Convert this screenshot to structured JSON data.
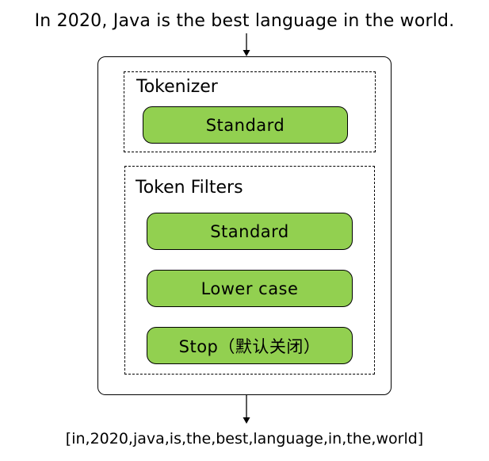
{
  "input_sentence": "In 2020, Java is the best language in the world.",
  "analyzer": {
    "tokenizer": {
      "title": "Tokenizer",
      "items": [
        "Standard"
      ]
    },
    "token_filters": {
      "title": "Token Filters",
      "items": [
        "Standard",
        "Lower case",
        "Stop（默认关闭）"
      ]
    }
  },
  "output_tokens": "[in,2020,java,is,the,best,language,in,the,world]",
  "colors": {
    "pill_fill": "#92d050",
    "stroke": "#000000",
    "background": "#ffffff"
  }
}
